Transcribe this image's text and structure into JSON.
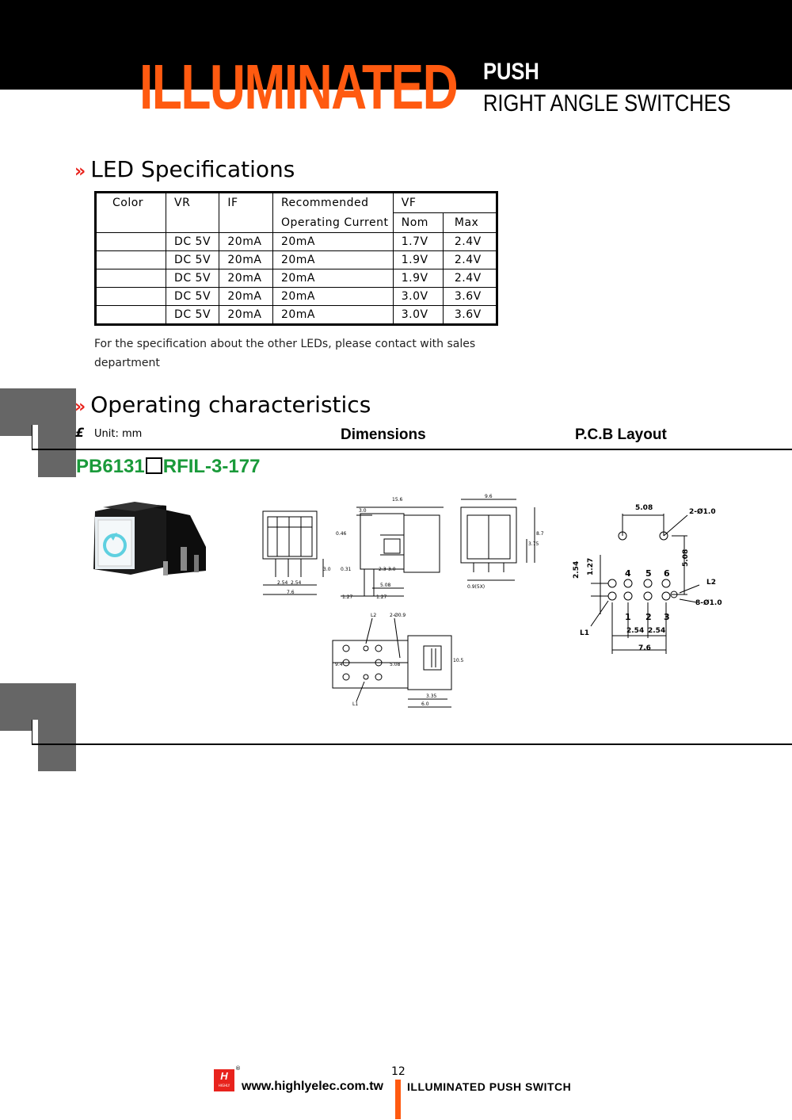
{
  "header": {
    "title_big": "ILLUMINATED",
    "title_push": "PUSH",
    "title_sub": "RIGHT ANGLE SWITCHES"
  },
  "led_section": {
    "title": "LED Specifications",
    "columns": {
      "color": "Color",
      "vr": "VR",
      "if": "IF",
      "rec_line1": "Recommended",
      "rec_line2": "Operating Current",
      "vf": "VF",
      "nom": "Nom",
      "max": "Max"
    },
    "rows": [
      {
        "color": "",
        "vr": "DC 5V",
        "if": "20mA",
        "rec": "20mA",
        "nom": "1.7V",
        "max": "2.4V"
      },
      {
        "color": "",
        "vr": "DC 5V",
        "if": "20mA",
        "rec": "20mA",
        "nom": "1.9V",
        "max": "2.4V"
      },
      {
        "color": "",
        "vr": "DC 5V",
        "if": "20mA",
        "rec": "20mA",
        "nom": "1.9V",
        "max": "2.4V"
      },
      {
        "color": "",
        "vr": "DC 5V",
        "if": "20mA",
        "rec": "20mA",
        "nom": "3.0V",
        "max": "3.6V"
      },
      {
        "color": "",
        "vr": "DC 5V",
        "if": "20mA",
        "rec": "20mA",
        "nom": "3.0V",
        "max": "3.6V"
      }
    ],
    "note_line1": "For the specification about the other LEDs, please contact with sales",
    "note_line2": "department"
  },
  "op_section": {
    "title": "Operating characteristics",
    "unit": "Unit: mm",
    "dimensions_label": "Dimensions",
    "pcb_label": "P.C.B Layout",
    "part_prefix": "PB6131",
    "part_suffix": "RFIL-3-177"
  },
  "drawing_labels": {
    "d15_6": "15.6",
    "d9_6": "9.6",
    "d3_0": "3.0",
    "d0_46": "0.46",
    "d8_7": "8.7",
    "d3_75": "3.75",
    "d0_31": "0.31",
    "d2_3": "2.3",
    "d3_0b": "3.0",
    "d5_08": "5.08",
    "d2_54a": "2.54",
    "d2_54b": "2.54",
    "d7_6": "7.6",
    "d1_27a": "1.27",
    "d1_27b": "1.27",
    "d0_9": "0.9(5X)",
    "d30": "3.0",
    "dL2": "L2",
    "d2_0": "2-Ø0.9",
    "d9_4": "9.4",
    "d5_08b": "5.08",
    "dL1": "L1",
    "d3_35": "3.35",
    "d6_0": "6.0",
    "d10_5": "10.5"
  },
  "pcb_labels": {
    "top_spacing": "5.08",
    "top_holes": "2-Ø1.0",
    "right_spacing": "5.08",
    "left_a": "2.54",
    "left_b": "1.27",
    "pin4": "4",
    "pin5": "5",
    "pin6": "6",
    "pin1": "1",
    "pin2": "2",
    "pin3": "3",
    "l2": "L2",
    "holes": "8-Ø1.0",
    "l1": "L1",
    "pitch_a": "2.54",
    "pitch_b": "2.54",
    "width": "7.6"
  },
  "footer": {
    "page_number": "12",
    "url": "www.highlyelec.com.tw",
    "label": "ILLUMINATED PUSH SWITCH",
    "logo_text": "HIGHLY"
  },
  "colors": {
    "title_orange": "#ff5a10",
    "bullet_red": "#e8231d",
    "part_green": "#1a9a3a",
    "tab_gray": "#666666",
    "logo_red": "#e8231d",
    "led_cyan": "#5fd0e0"
  }
}
